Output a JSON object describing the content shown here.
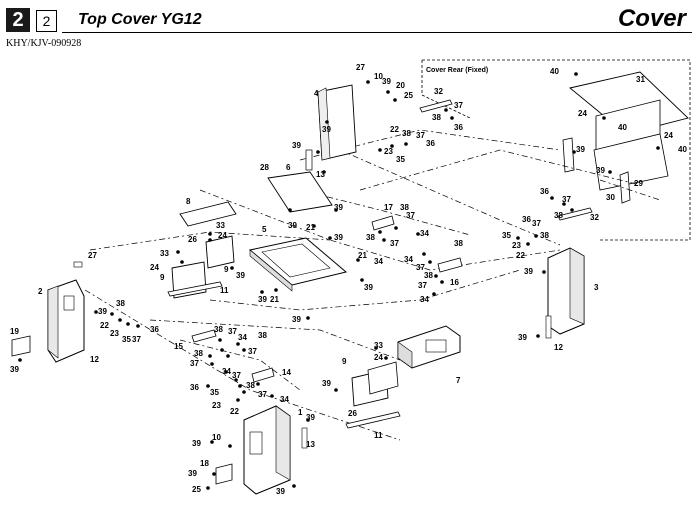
{
  "header": {
    "chapter_number": "2",
    "page_number": "2",
    "title": "Top Cover YG12",
    "section": "Cover",
    "doc_code": "KHY/KJV-090928"
  },
  "inset": {
    "label": "Cover Rear (Fixed)"
  },
  "callouts": [
    "1",
    "2",
    "3",
    "4",
    "5",
    "6",
    "7",
    "8",
    "9",
    "10",
    "11",
    "12",
    "13",
    "14",
    "15",
    "16",
    "17",
    "18",
    "19",
    "20",
    "21",
    "22",
    "23",
    "24",
    "25",
    "26",
    "27",
    "28",
    "29",
    "30",
    "31",
    "32",
    "33",
    "34",
    "35",
    "36",
    "37",
    "38",
    "39",
    "40"
  ]
}
